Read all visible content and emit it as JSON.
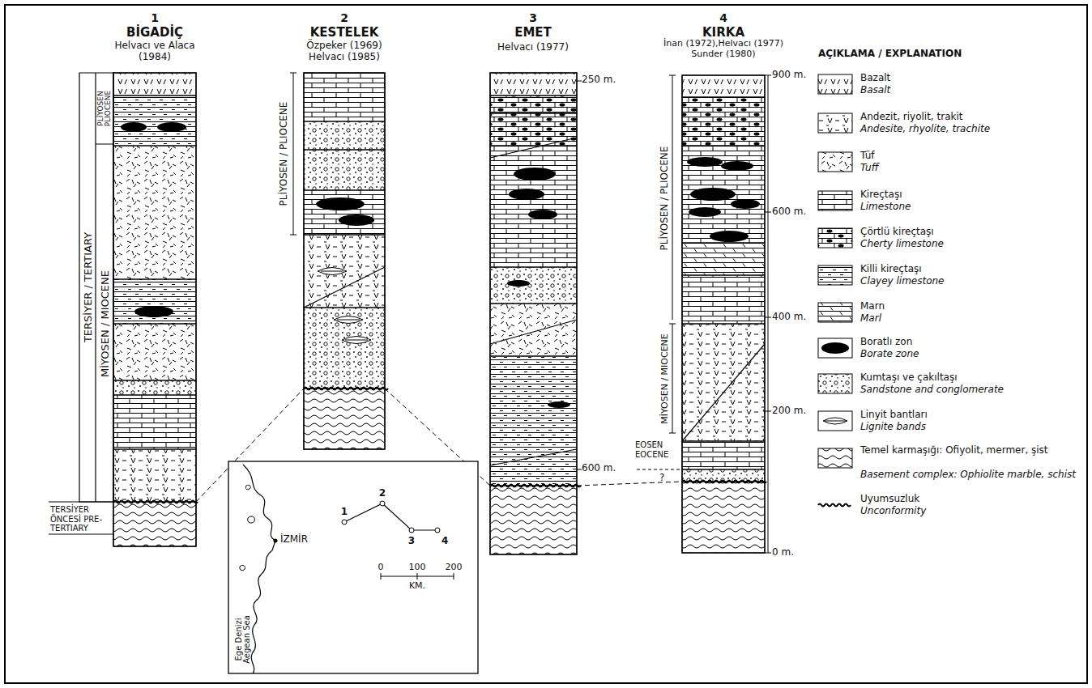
{
  "diagram": {
    "labels": [
      "1",
      "BİGADİÇ",
      "Helvacı ve Alaca (1984)",
      "2",
      "KESTELEK",
      "Özpeker (1969) Helvacı (1985)",
      "3",
      "EMET",
      "Helvacı (1977)",
      "4",
      "KIRKA",
      "İnan (1972),Helvacı (1977) Sunder (1980)",
      "TERSİYER / TERTIARY",
      "PLİYOSEN PLIOCENE",
      "MİYOSEN / MIOCENE",
      "TERSİYER ÖNCESİ PRE-TERTIARY",
      "PLİYOSEN / PLIOCENE",
      "250 m.",
      "600 m.",
      "PLİYOSEN / PLIOCENE",
      "MİYOSEN / MIOCENE",
      "EOSEN EOCENE",
      "?",
      "900 m.",
      "600 m.",
      "400 m.",
      "200 m.",
      "0 m.",
      "İZMİR",
      "Ege Denizi Aegean Sea",
      "0",
      "100",
      "200",
      "KM.",
      "1",
      "2",
      "3",
      "4",
      "AÇIKLAMA / EXPLANATION"
    ],
    "legend": [
      {
        "text": "Bazalt"
      },
      {
        "text": "Basalt"
      },
      {
        "text": "Andezit, riyolit, trakit"
      },
      {
        "text": "Andesite, rhyolite, trachite"
      },
      {
        "text": "Tüf"
      },
      {
        "text": "Tuff"
      },
      {
        "text": "Kireçtaşı"
      },
      {
        "text": "Limestone"
      },
      {
        "text": "Çörtlü kireçtaşı"
      },
      {
        "text": "Cherty limestone"
      },
      {
        "text": "Killi kireçtaşı"
      },
      {
        "text": "Clayey limestone"
      },
      {
        "text": "Marn"
      },
      {
        "text": "Marl"
      },
      {
        "text": "Boratlı zon"
      },
      {
        "text": "Borate zone"
      },
      {
        "text": "Kumtaşı ve çakıltaşı"
      },
      {
        "text": "Sandstone and conglomerate"
      },
      {
        "text": "Linyit bantları"
      },
      {
        "text": "Lignite bands"
      },
      {
        "text": "Temel karmaşığı: Ofiyolit, mermer, şist"
      },
      {
        "text": "Basement complex: Ophiolite marble, schist"
      },
      {
        "text": "Uyumsuzluk"
      },
      {
        "text": "Unconformity"
      }
    ]
  }
}
